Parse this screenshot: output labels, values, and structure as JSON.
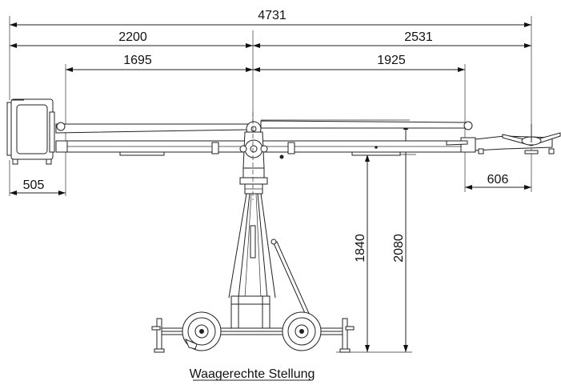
{
  "dimensions": {
    "total_length": "4731",
    "rear_arm": "2200",
    "front_arm": "2531",
    "rear_inner": "1695",
    "front_inner": "1925",
    "rear_counterweight": "505",
    "front_head": "606",
    "lens_height": "1840",
    "top_height": "2080"
  },
  "caption": "Waagerechte Stellung"
}
